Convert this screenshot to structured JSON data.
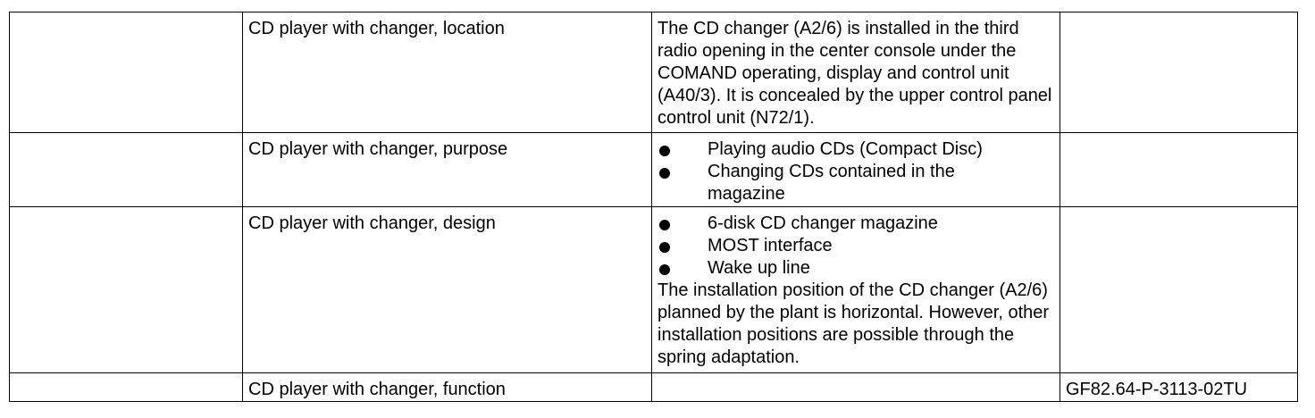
{
  "rows": [
    {
      "label": "CD player with changer, location",
      "paragraph": "The CD changer (A2/6) is installed in the third radio opening in the center console under the COMAND operating, display and control unit (A40/3). It is concealed by the upper control panel control unit (N72/1).",
      "ref": ""
    },
    {
      "label": "CD player with changer, purpose",
      "bullets": [
        "Playing audio CDs (Compact Disc)",
        "Changing CDs contained in the magazine"
      ],
      "ref": ""
    },
    {
      "label": "CD player with changer, design",
      "bullets": [
        "6-disk CD changer magazine",
        "MOST interface",
        "Wake up line"
      ],
      "paragraph": "The installation position of the CD changer (A2/6) planned by the plant is horizontal. However, other installation positions are possible through the spring adaptation.",
      "ref": ""
    },
    {
      "label": "CD player with changer, function",
      "ref": "GF82.64-P-3113-02TU"
    }
  ]
}
